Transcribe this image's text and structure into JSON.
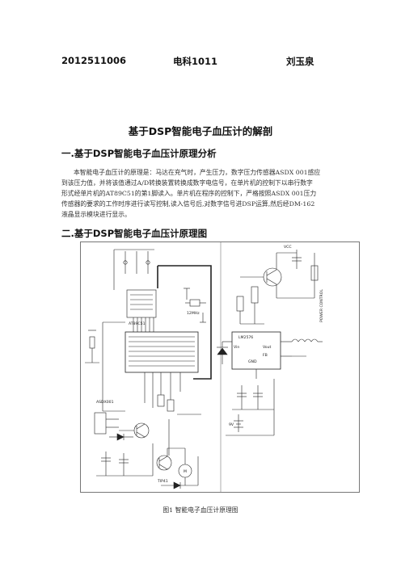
{
  "header": {
    "student_id": "2012511006",
    "class_name": "电科1011",
    "student_name": "刘玉泉"
  },
  "title": "基于DSP智能电子血压计的解剖",
  "section1": {
    "heading": "一.基于DSP智能电子血压计原理分析",
    "lines": [
      "本智能电子血压计的原理是：马达在充气时，产生压力，数字压力传感器ASDX 001感应",
      "到该压力值，并将该值通过A/D转换装置转换成数字电信号，在单片机的控制下以串行数字",
      "形式经单片机的AT89C51的第1脚读入。单片机在程序的控制下，严格按照ASDX 001压力",
      "传感器的要求的工作时序进行读写控制,读入信号后,对数字信号进DSP运算,然后经DM-162",
      "液晶显示模块进行显示。"
    ]
  },
  "section2": {
    "heading": "二.基于DSP智能电子血压计原理图"
  },
  "figure": {
    "caption": "图1 智能电子血压计原理图",
    "labels": {
      "mcu": "AT89C51",
      "sensor": "ASDX001",
      "regulator": "LM2576",
      "transistor": "TIP41",
      "power": "POWER CONTROL",
      "vcc": "VCC",
      "gnd": "GND",
      "crystal": "12MHz",
      "vin": "Vin",
      "vout": "Vout",
      "fb": "FB",
      "motor": "M",
      "bat": "9V"
    }
  }
}
